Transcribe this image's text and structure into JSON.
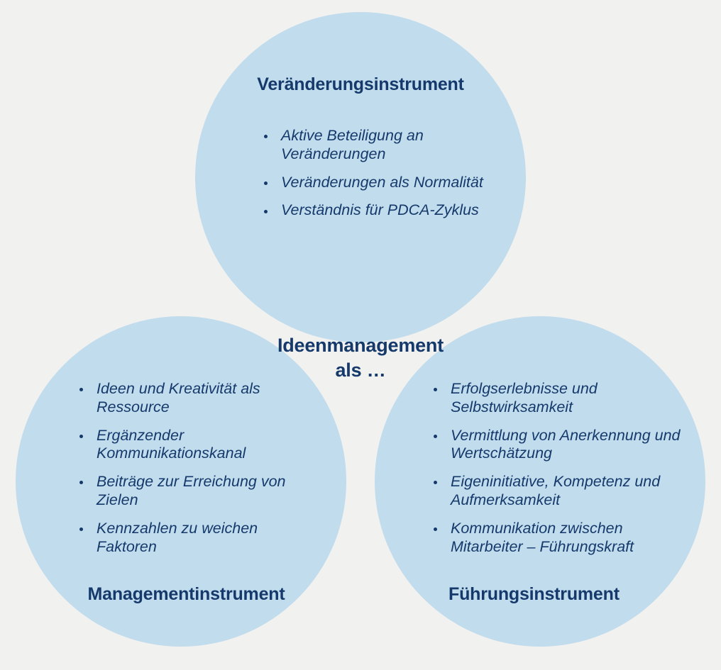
{
  "diagram": {
    "type": "venn-three-circle",
    "background_color": "#f1f1f0",
    "text_color": "#15396b",
    "circle_fill": "#cde9fb",
    "overlap_two_color": "#a9d8fb",
    "overlap_three_color": "#8cc6fb",
    "center": {
      "line1": "Ideenmanagement",
      "line2": "als …"
    },
    "circles": [
      {
        "id": "veraenderungsinstrument",
        "title": "Veränderungsinstrument",
        "position": "top",
        "bullets": [
          "Aktive Beteiligung an Veränderungen",
          "Veränderungen als Normalität",
          "Verständnis für PDCA-Zyklus"
        ]
      },
      {
        "id": "managementinstrument",
        "title": "Managementinstrument",
        "position": "bottom-left",
        "bullets": [
          "Ideen und Kreativität als Ressource",
          "Ergänzender Kommunikationskanal",
          "Beiträge zur Erreichung von Zielen",
          "Kennzahlen zu weichen Faktoren"
        ]
      },
      {
        "id": "fuehrungsinstrument",
        "title": "Führungsinstrument",
        "position": "bottom-right",
        "bullets": [
          "Erfolgserlebnisse und Selbstwirksamkeit",
          "Vermittlung von Anerkennung und Wertschätzung",
          "Eigeninitiative, Kompetenz und Aufmerksamkeit",
          "Kommunikation zwischen Mitarbeiter – Führungskraft"
        ]
      }
    ]
  }
}
